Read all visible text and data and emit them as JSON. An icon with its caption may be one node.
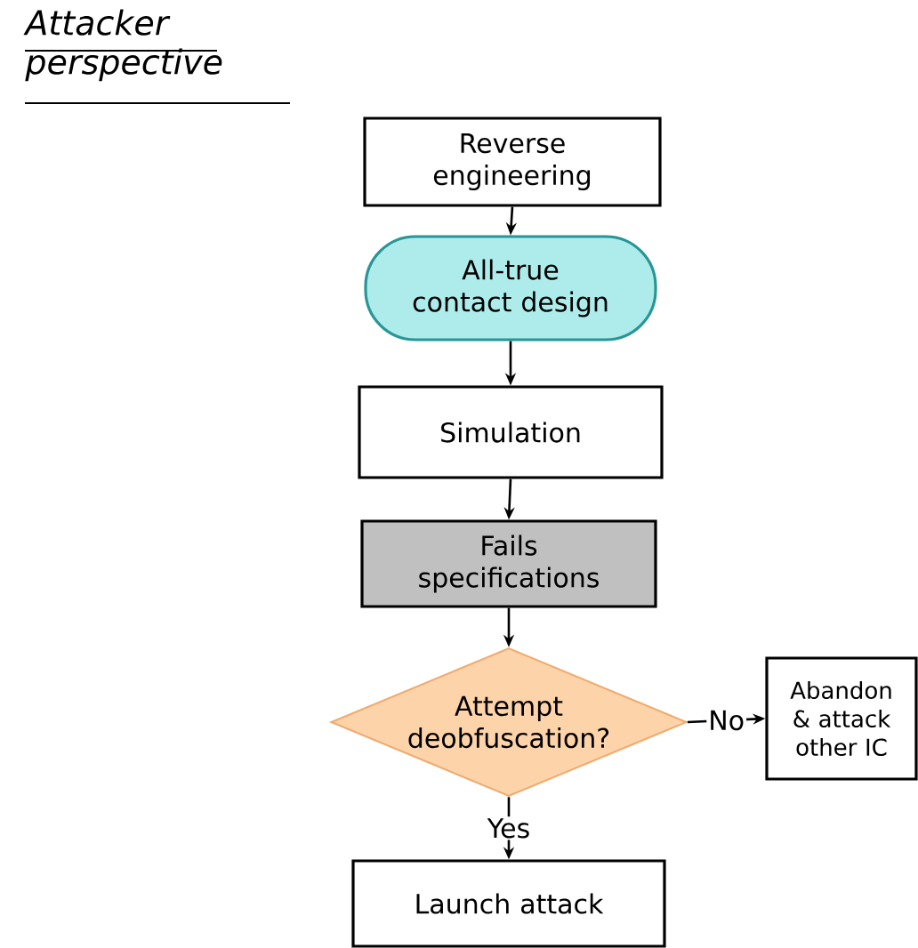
{
  "diagram": {
    "title": "Attacker perspective",
    "nodes": [
      {
        "text": [
          "Reverse engineering"
        ]
      },
      {
        "text": [
          "All-true contact design"
        ]
      },
      {
        "text": [
          "Simulation"
        ]
      },
      {
        "text": [
          "Fails specifications"
        ]
      },
      {
        "text": [
          "Attempt deobfuscation?"
        ]
      },
      {
        "text": [
          "Abandon & attack other IC"
        ]
      },
      {
        "text": [
          "Launch attack"
        ]
      }
    ],
    "edges": [
      {
        "from": 0,
        "to": 1,
        "arrow": "to"
      },
      {
        "from": 1,
        "to": 2,
        "arrow": "to"
      },
      {
        "from": 2,
        "to": 3,
        "arrow": "to"
      },
      {
        "from": 3,
        "to": 4,
        "arrow": "to"
      },
      {
        "from": 4,
        "to": 5,
        "arrow": "to",
        "label": "No"
      },
      {
        "from": 4,
        "to": 6,
        "arrow": "to",
        "label": "Yes"
      }
    ]
  }
}
